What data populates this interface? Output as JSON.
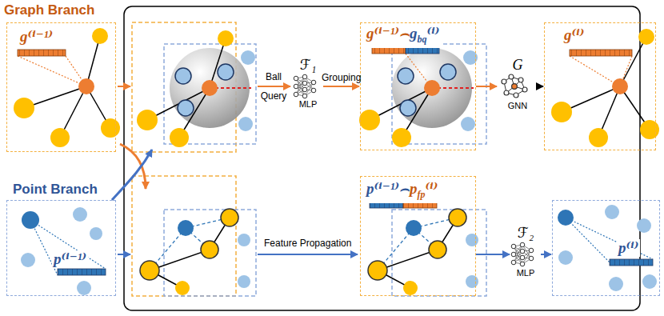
{
  "diagram": {
    "nodes": [
      {
        "text": [
          "Graph Branch",
          "g⁽ⁱ⁻¹⁾"
        ]
      },
      {
        "text": [
          "ℱ₁",
          "MLP"
        ]
      },
      {
        "text": [
          "g⁽ⁱ⁻¹⁾⌢",
          "g",
          "bq",
          "⁽ⁱ⁾"
        ]
      },
      {
        "text": [
          "G",
          "GNN"
        ]
      },
      {
        "text": [
          "g⁽ⁱ⁾"
        ]
      },
      {
        "text": [
          "Point Branch",
          "p⁽ⁱ⁻¹⁾"
        ]
      },
      {
        "text": [
          "p⁽ⁱ⁻¹⁾⌢",
          "p",
          "fp",
          "⁽ⁱ⁾"
        ]
      },
      {
        "text": [
          "ℱ₂",
          "MLP"
        ]
      },
      {
        "text": [
          "p⁽ⁱ⁾"
        ]
      }
    ],
    "edges": [
      {
        "from": 1,
        "to": 2,
        "label": "Grouping",
        "arrow": "to"
      },
      {
        "from": 2,
        "to": 3,
        "arrow": "to"
      },
      {
        "from": 3,
        "to": 4,
        "arrow": "to"
      },
      {
        "from": 6,
        "to": 7,
        "arrow": "to"
      },
      {
        "from": 7,
        "to": 8,
        "arrow": "to"
      }
    ],
    "labels": [
      "Ball Query",
      "Feature Propagation"
    ]
  }
}
